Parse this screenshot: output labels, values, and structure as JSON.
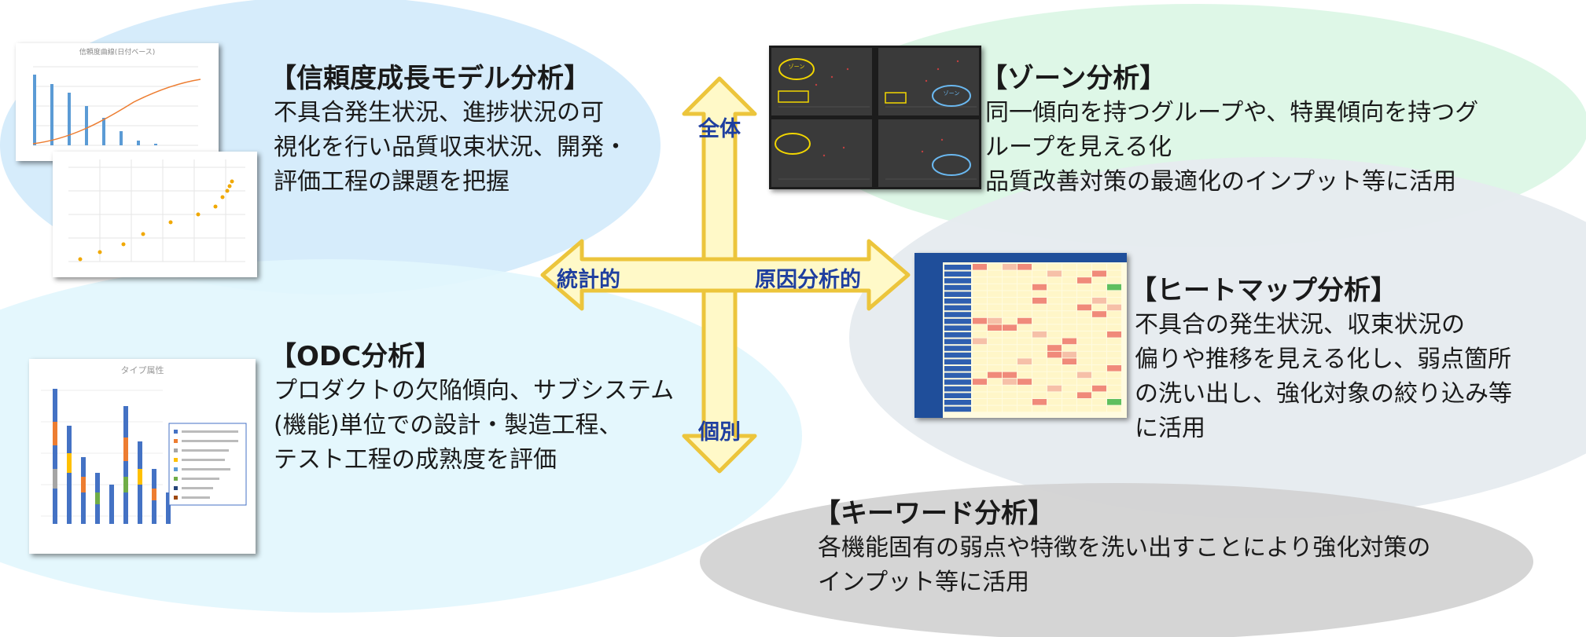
{
  "axes": {
    "top": "全体",
    "bottom": "個別",
    "left": "統計的",
    "right": "原因分析的"
  },
  "sections": {
    "reliability": {
      "title": "【信頼度成長モデル分析】",
      "lines": [
        "不具合発生状況、進捗状況の可",
        "視化を行い品質収束状況、開発・",
        "評価工程の課題を把握"
      ]
    },
    "zone": {
      "title": "【ゾーン分析】",
      "lines": [
        "同一傾向を持つグループや、特異傾向を持つグ",
        "ループを見える化",
        "品質改善対策の最適化のインプット等に活用"
      ]
    },
    "heatmap": {
      "title": "【ヒートマップ分析】",
      "lines": [
        "不具合の発生状況、収束状況の",
        "偏りや推移を見える化し、弱点箇所",
        "の洗い出し、強化対象の絞り込み等",
        "に活用"
      ]
    },
    "odc": {
      "title": "【ODC分析】",
      "lines": [
        "プロダクトの欠陥傾向、サブシステム",
        "(機能)単位での設計・製造工程、",
        "テスト工程の成熟度を評価"
      ]
    },
    "keyword": {
      "title": "【キーワード分析】",
      "lines": [
        "各機能固有の弱点や特徴を洗い出すことにより強化対策の",
        "インプット等に活用"
      ]
    }
  },
  "thumbnails": {
    "reliability_chart_title": "信頼度曲線(日付ベース)",
    "odc_chart_title": "タイプ属性",
    "zone_label": "ゾーン"
  },
  "colors": {
    "ellipse_blue": "#d6ecfb",
    "ellipse_green": "#dcf7e6",
    "ellipse_gray": "#e6ebef",
    "ellipse_dark_gray": "#d3d3d3",
    "arrow_fill": "#fff9c8",
    "arrow_border": "#ecc53c",
    "axis_text": "#1f3f9f"
  }
}
